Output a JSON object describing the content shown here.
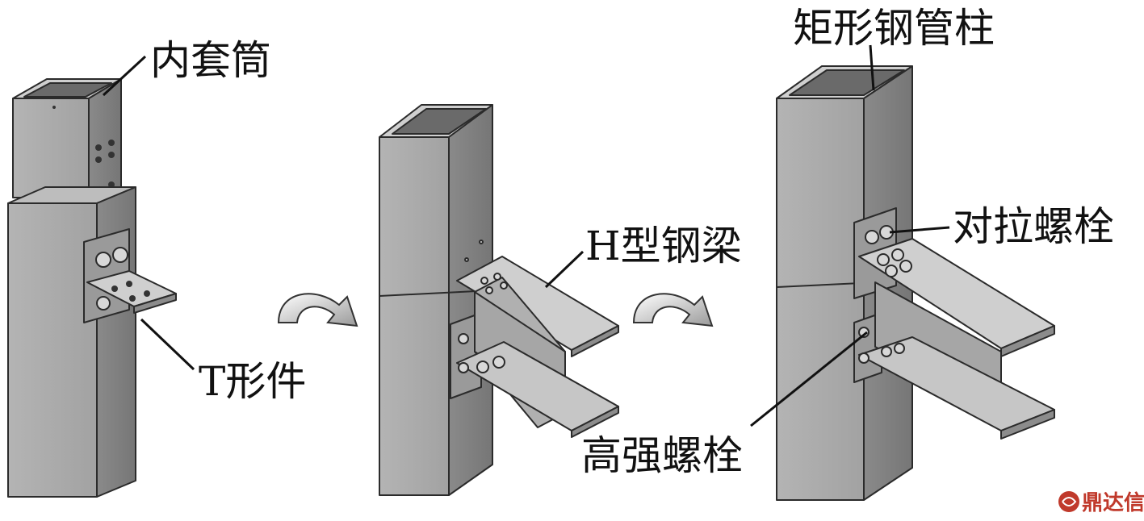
{
  "labels": {
    "inner_sleeve": "内套筒",
    "t_piece": "T形件",
    "h_beam": "H型钢梁",
    "rect_tube_column": "矩形钢管柱",
    "tie_bolt": "对拉螺栓",
    "hs_bolt": "高强螺栓"
  },
  "watermark": "鼎达信",
  "colors": {
    "steel_light": "#c9c9c9",
    "steel_mid": "#a9a9a9",
    "steel_dark": "#7f7f7f",
    "steel_inner": "#5f5f5f",
    "outline": "#2b2b2b",
    "text": "#111111",
    "watermark": "#c0392b"
  },
  "icons": [
    "curved-arrow-icon",
    "curved-arrow-icon",
    "watermark-logo-icon"
  ]
}
